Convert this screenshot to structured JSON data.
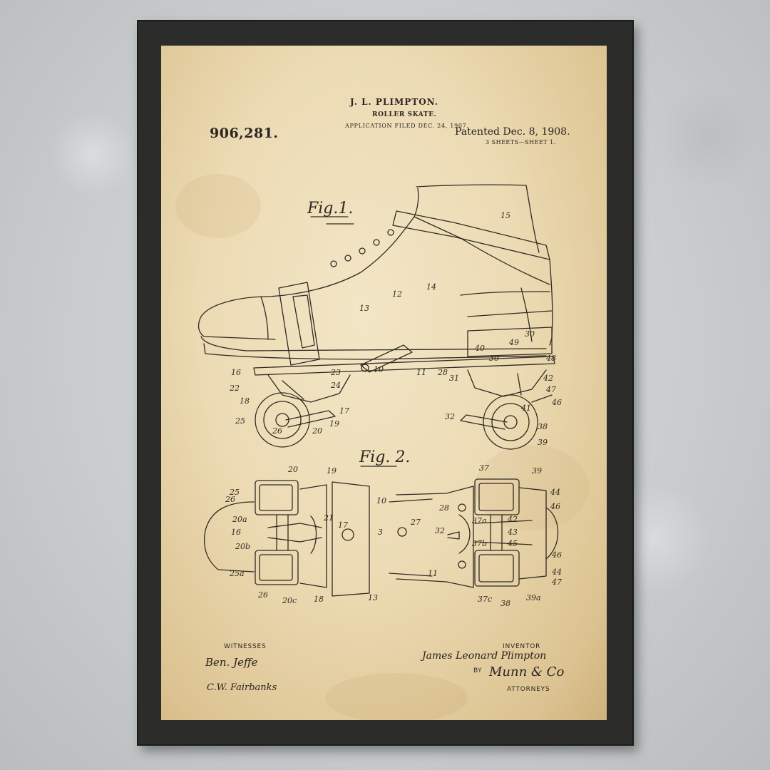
{
  "header": {
    "inventor_name": "J. L. PLIMPTON.",
    "title": "ROLLER SKATE.",
    "filed": "APPLICATION FILED DEC. 24, 1907.",
    "patent_number": "906,281.",
    "patented": "Patented Dec. 8, 1908.",
    "sheets": "3 SHEETS—SHEET 1."
  },
  "figures": {
    "fig1_label": "Fig.1.",
    "fig2_label": "Fig. 2."
  },
  "fig1_numbers": [
    "15",
    "14",
    "12",
    "13",
    "30",
    "49",
    "48",
    "40",
    "30",
    "42",
    "47",
    "46",
    "41",
    "38",
    "39",
    "32",
    "31",
    "11",
    "28",
    "10",
    "23",
    "24",
    "16",
    "22",
    "18",
    "17",
    "19",
    "20",
    "25",
    "26"
  ],
  "fig2_numbers": [
    "20",
    "19",
    "37",
    "39",
    "25",
    "10",
    "28",
    "44",
    "46",
    "20a",
    "21",
    "17",
    "27",
    "32",
    "42",
    "43",
    "45",
    "37a",
    "37b",
    "16",
    "3",
    "26",
    "44",
    "46",
    "20b",
    "47",
    "25a",
    "11",
    "26",
    "20c",
    "18",
    "13",
    "37c",
    "38",
    "39a"
  ],
  "footer": {
    "witnesses_label": "WITNESSES",
    "inventor_label": "INVENTOR",
    "by_label": "BY",
    "attorneys_label": "ATTORNEYS",
    "inventor_signature": "James Leonard Plimpton",
    "attorney_signature": "Munn & Co",
    "witness_1": "Ben. Jeffe",
    "witness_2": "C.W. Fairbanks"
  },
  "colors": {
    "frame": "#2c2d2b",
    "paper": "#ecdbb4",
    "ink": "#2a2520",
    "wall": "#c9cdce"
  }
}
